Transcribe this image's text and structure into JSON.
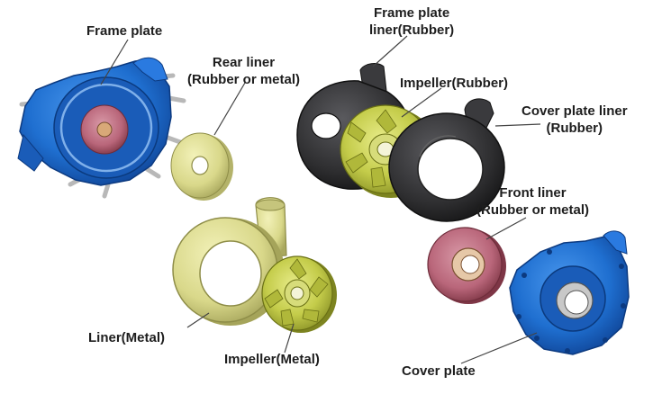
{
  "labels": {
    "frame_plate": "Frame plate",
    "rear_liner": {
      "line1": "Rear liner",
      "line2": "(Rubber or metal)"
    },
    "frame_plate_liner": {
      "line1": "Frame plate",
      "line2": "liner(Rubber)"
    },
    "impeller_rubber": "Impeller(Rubber)",
    "cover_plate_liner": {
      "line1": "Cover plate liner",
      "line2": "(Rubber)"
    },
    "front_liner": {
      "line1": "Front liner",
      "line2": "(Rubber or metal)"
    },
    "liner_metal": "Liner(Metal)",
    "impeller_metal": "Impeller(Metal)",
    "cover_plate": "Cover plate"
  },
  "colors": {
    "frame_blue": "#1f6fd0",
    "rubber_black": "#2e2e30",
    "metal_yellow": "#d9d88a",
    "front_liner_red": "#b9667a",
    "rear_liner_yellow": "#e3e29a"
  }
}
